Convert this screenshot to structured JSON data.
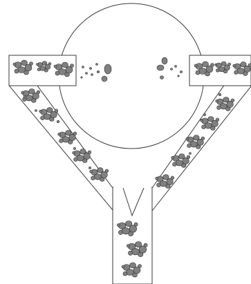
{
  "diagram": {
    "colors": {
      "background": "#ffffff",
      "stroke": "#3a3a3a",
      "particle_fill": "#808080",
      "particle_stroke": "#2e2e2e"
    },
    "components": [
      "central-sphere",
      "left-horizontal-channel",
      "right-horizontal-channel",
      "left-diagonal-channel",
      "right-diagonal-channel",
      "bottom-vertical-channel"
    ]
  }
}
